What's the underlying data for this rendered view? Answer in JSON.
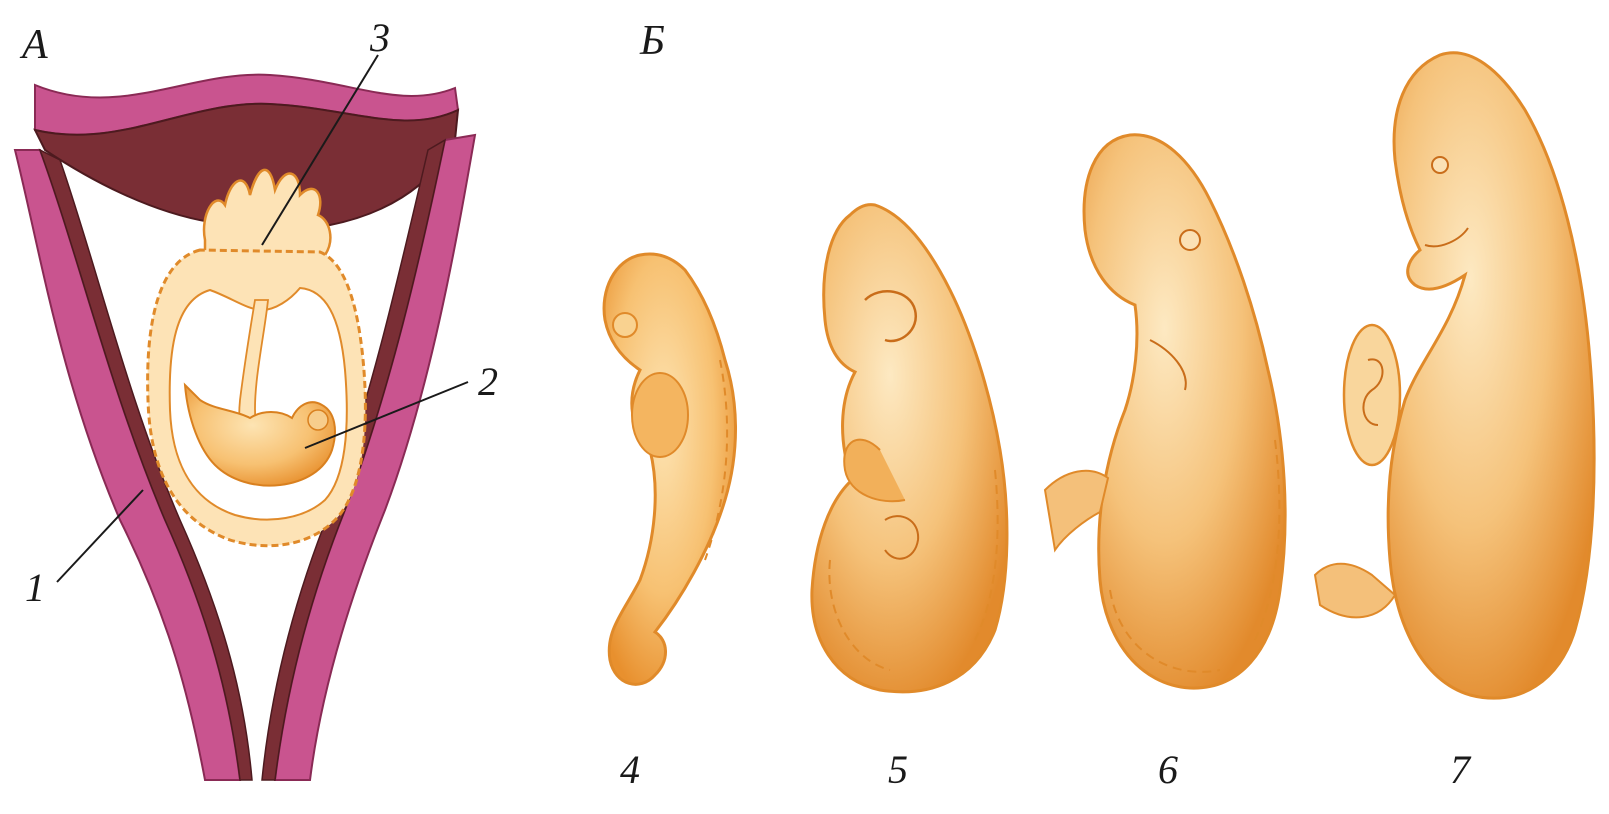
{
  "panels": {
    "a": {
      "label": "А"
    },
    "b": {
      "label": "Б"
    }
  },
  "callouts": {
    "c1": "1",
    "c2": "2",
    "c3": "3"
  },
  "stages": [
    {
      "label": "4"
    },
    {
      "label": "5"
    },
    {
      "label": "6"
    },
    {
      "label": "7"
    }
  ],
  "colors": {
    "uterus_outer": "#c9548f",
    "uterus_inner": "#7a2e35",
    "embryo_fill": "#f6c87a",
    "embryo_edge": "#e08a2a",
    "placenta_fill": "#fde3b6",
    "line": "#1a1a1a"
  }
}
